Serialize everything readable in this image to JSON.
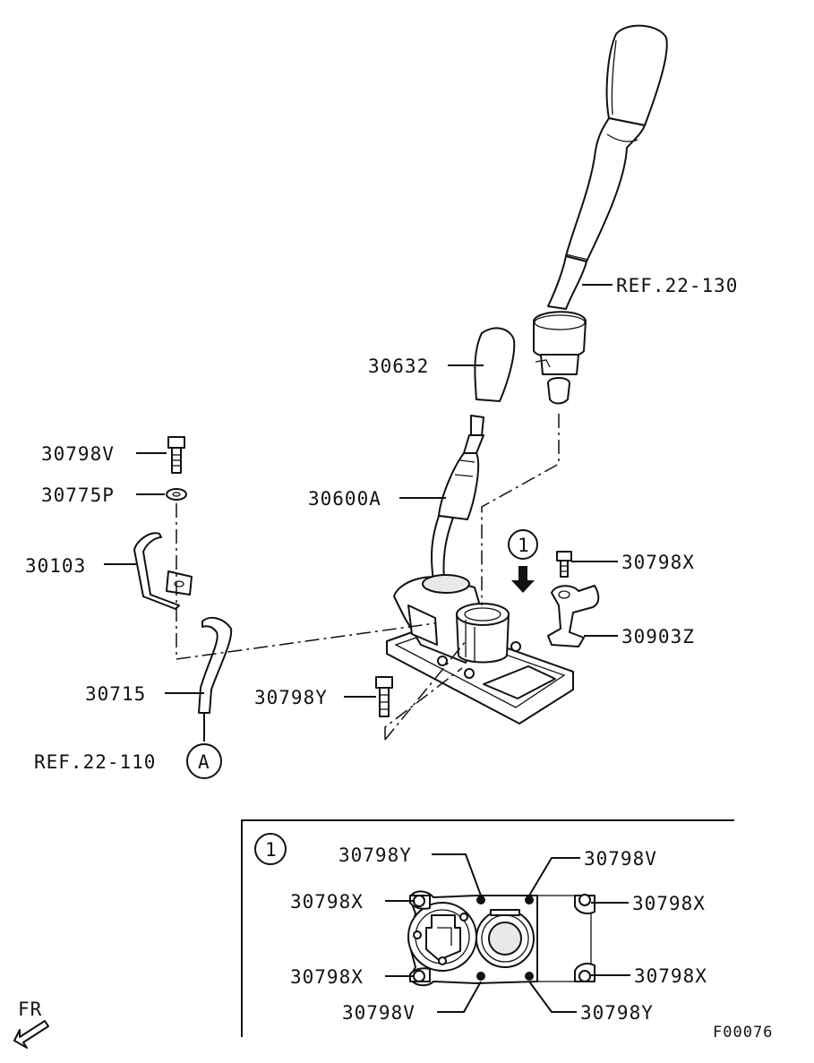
{
  "labels": {
    "ref_22_130": "REF.22-130",
    "p30632": "30632",
    "p30798V": "30798V",
    "p30775P": "30775P",
    "p30600A": "30600A",
    "p30798X": "30798X",
    "p30103": "30103",
    "p30903Z": "30903Z",
    "p30715": "30715",
    "p30798Y": "30798Y",
    "ref_22_110": "REF.22-110",
    "callout_A": "A",
    "callout_1": "1"
  },
  "detail": {
    "callout": "1",
    "top_left": "30798Y",
    "top_right": "30798V",
    "left_upper": "30798X",
    "right_upper": "30798X",
    "left_lower": "30798X",
    "right_lower": "30798X",
    "bottom_left": "30798V",
    "bottom_right": "30798Y"
  },
  "footer": {
    "front_label": "FR",
    "figure_code": "F00076"
  }
}
